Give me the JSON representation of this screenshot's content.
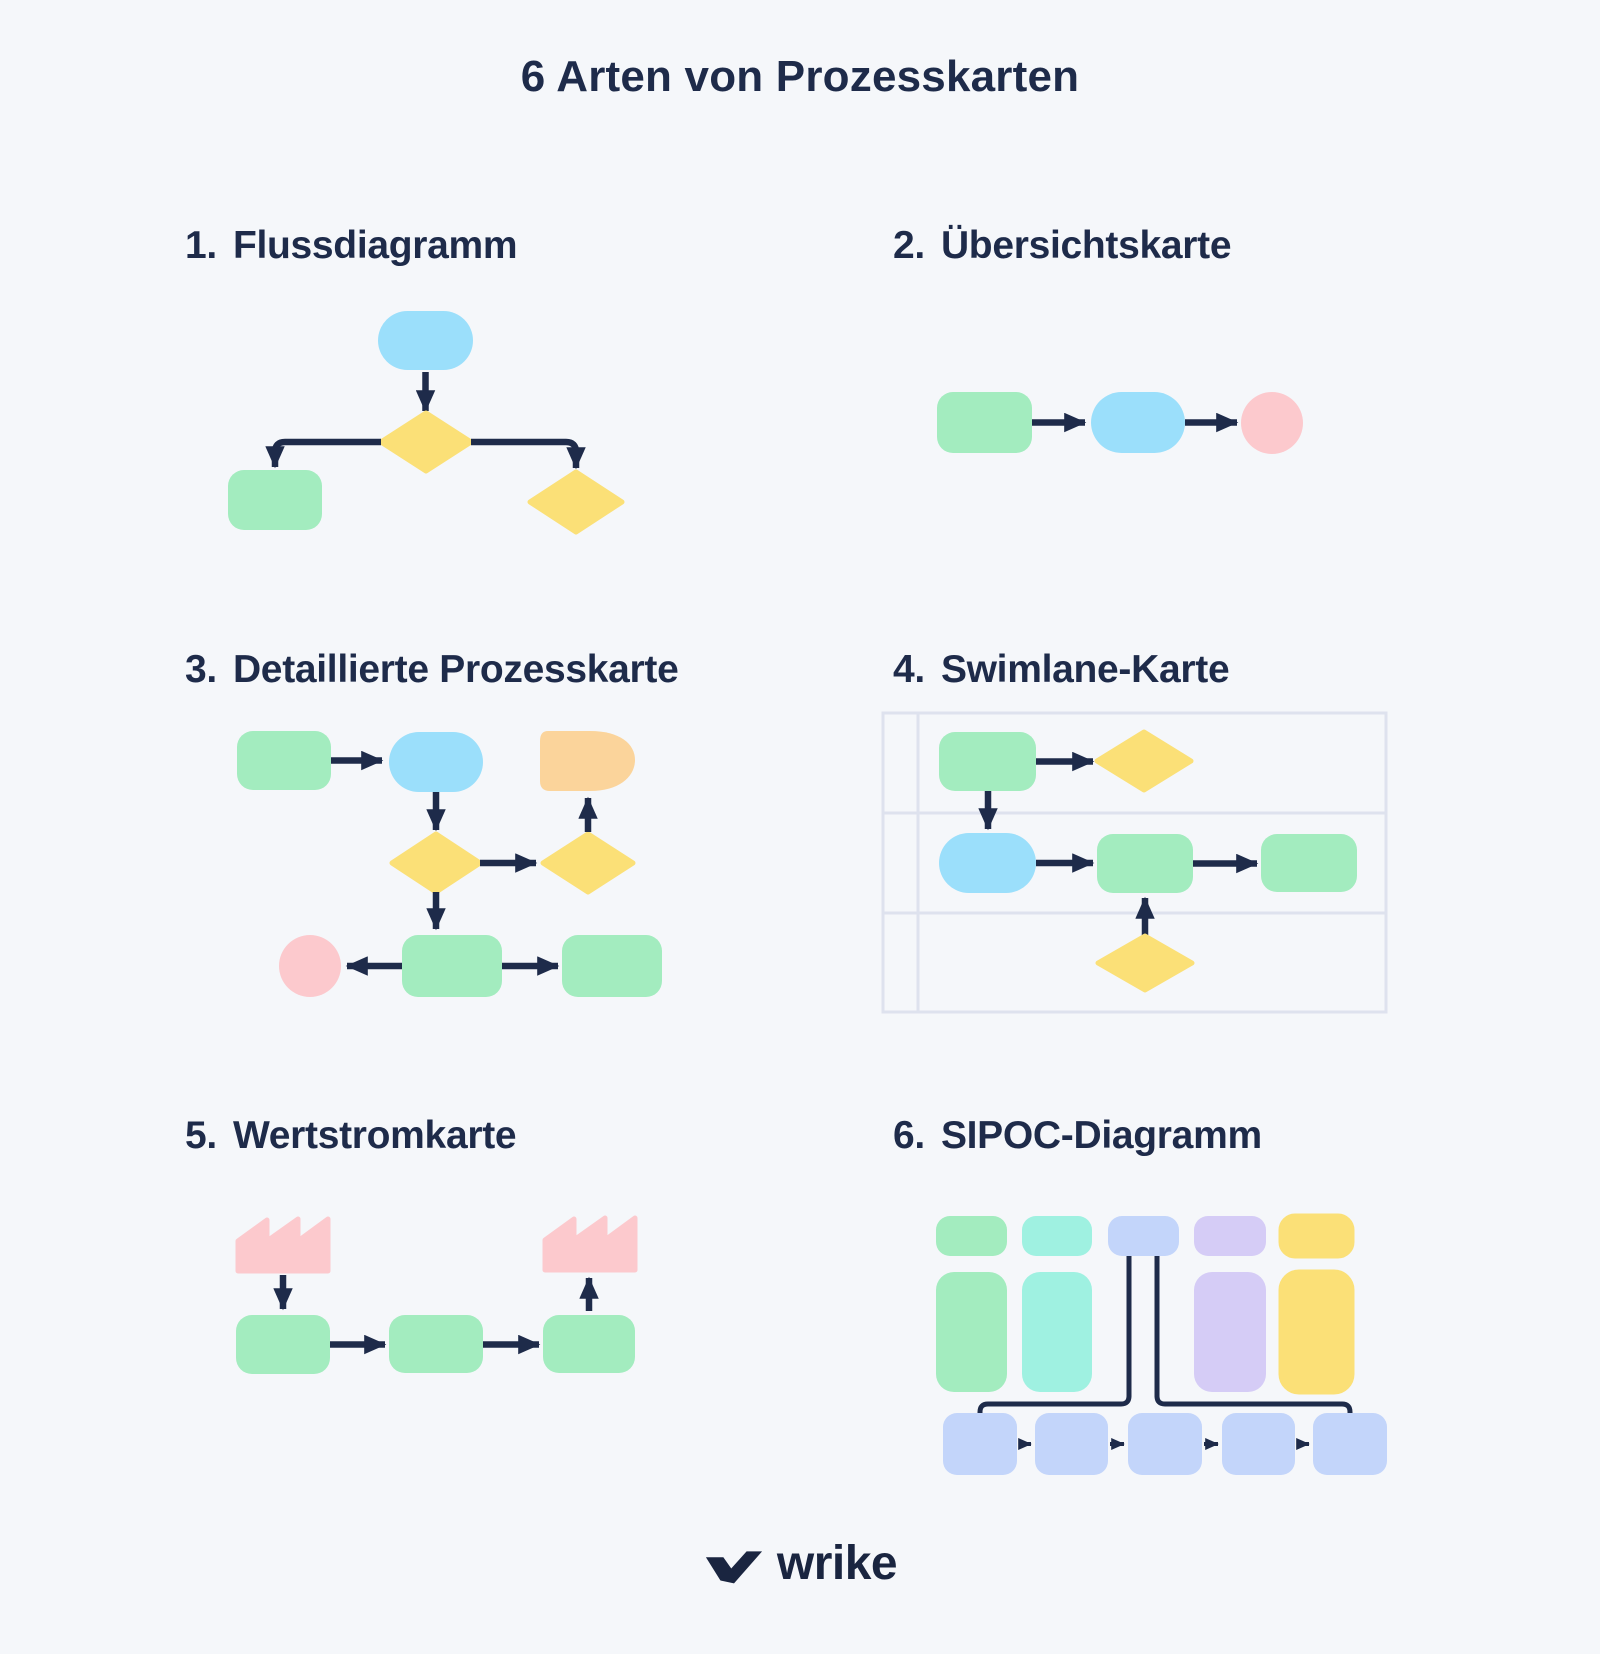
{
  "title": "6 Arten von Prozesskarten",
  "sections": [
    {
      "number": "1.",
      "title": "Flussdiagramm"
    },
    {
      "number": "2.",
      "title": "Übersichtskarte"
    },
    {
      "number": "3.",
      "title": "Detaillierte Prozesskarte"
    },
    {
      "number": "4.",
      "title": "Swimlane-Karte"
    },
    {
      "number": "5.",
      "title": "Wertstromkarte"
    },
    {
      "number": "6.",
      "title": "SIPOC-Diagramm"
    }
  ],
  "footer": {
    "brand": "wrike"
  },
  "palette": {
    "background": "#F5F7FA",
    "text_dark": "#1E2B4A",
    "arrow": "#1E2B4A",
    "blue": "#9BDFFB",
    "green": "#A3ECBF",
    "yellow": "#FBE077",
    "orange": "#FBD49B",
    "pink": "#FCC9CD",
    "teal": "#9FF1E1",
    "periwinkle": "#C3D5FA",
    "lavender": "#D5CCF6",
    "lane_border": "#DEE2EE"
  },
  "diagrams": {
    "flowchart": {
      "shapes": [
        "terminator-blue",
        "decision-diamond-yellow",
        "process-box-green",
        "decision-diamond-yellow"
      ]
    },
    "overview_map": {
      "shapes": [
        "process-box-green",
        "terminator-blue",
        "end-circle-pink"
      ]
    },
    "detailed_process_map": {
      "shapes": [
        "process-box-green",
        "terminator-blue",
        "delay-shape-orange",
        "decision-diamond-yellow",
        "decision-diamond-yellow",
        "end-circle-pink",
        "process-box-green",
        "process-box-green"
      ]
    },
    "swimlane_map": {
      "lanes": 3,
      "shapes": [
        "process-box-green",
        "decision-diamond-yellow",
        "terminator-blue",
        "process-box-green",
        "process-box-green",
        "decision-diamond-yellow"
      ]
    },
    "value_stream_map": {
      "shapes": [
        "factory-icon-pink",
        "process-box-green",
        "process-box-green",
        "process-box-green",
        "factory-icon-pink"
      ]
    },
    "sipoc": {
      "columns": [
        "green",
        "teal",
        "periwinkle",
        "lavender",
        "yellow"
      ],
      "process_steps": 5
    }
  }
}
